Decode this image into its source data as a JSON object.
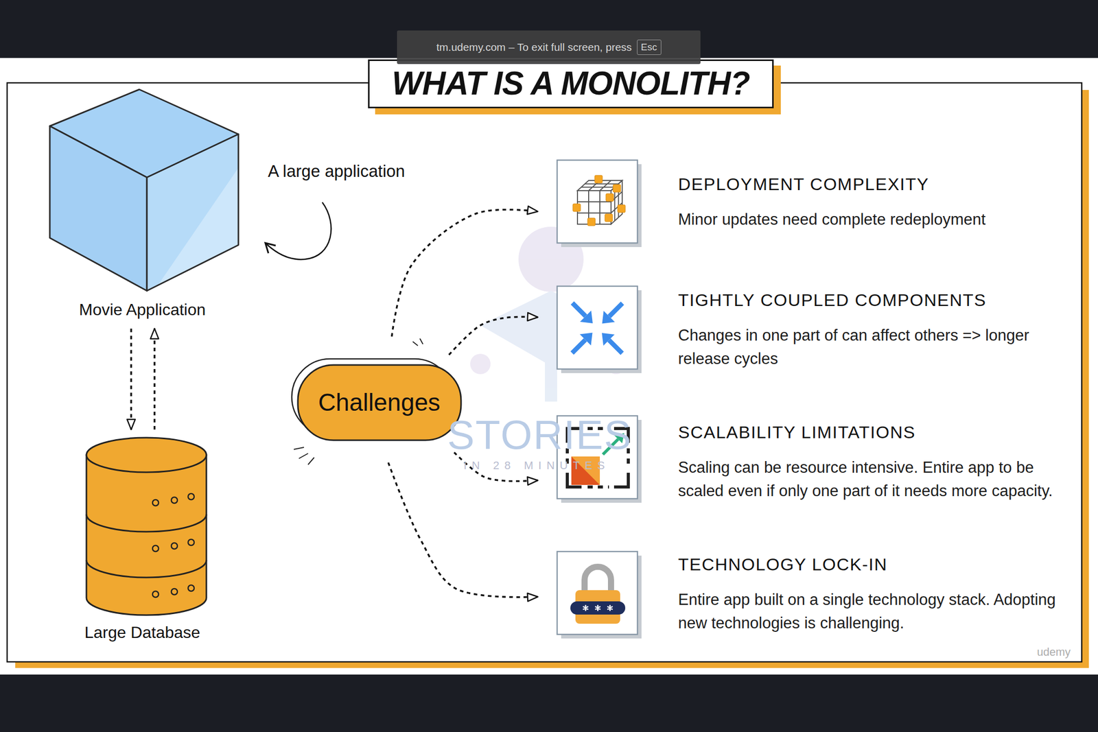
{
  "diagram": {
    "title": "WHAT IS A MONOLITH?",
    "nodes": [
      {
        "text": [
          "Movie Application"
        ]
      },
      {
        "text": [
          "Large Database"
        ]
      },
      {
        "text": [
          "Challenges"
        ]
      },
      {
        "text": [
          "DEPLOYMENT COMPLEXITY",
          "Minor updates need complete redeployment"
        ]
      },
      {
        "text": [
          "TIGHTLY COUPLED COMPONENTS",
          "Changes in one part of can affect others => longer release cycles"
        ]
      },
      {
        "text": [
          "SCALABILITY LIMITATIONS",
          "Scaling can be resource intensive. Entire app to be scaled even if only one part of it needs more capacity."
        ]
      },
      {
        "text": [
          "TECHNOLOGY LOCK-IN",
          "Entire app built on a single technology stack. Adopting new technologies is challenging."
        ]
      }
    ],
    "edges": [
      {
        "from": 0,
        "to": 1,
        "arrow": "to"
      },
      {
        "from": 1,
        "to": 0,
        "arrow": "to"
      },
      {
        "from": 2,
        "to": 3,
        "arrow": "to"
      },
      {
        "from": 2,
        "to": 4,
        "arrow": "to"
      },
      {
        "from": 2,
        "to": 5,
        "arrow": "to"
      },
      {
        "from": 2,
        "to": 6,
        "arrow": "to"
      }
    ],
    "labels": [
      "tm.udemy.com – To exit full screen, press",
      "Esc",
      "A large application",
      "STORIES",
      "IN 28 MINUTES",
      "udemy"
    ]
  }
}
